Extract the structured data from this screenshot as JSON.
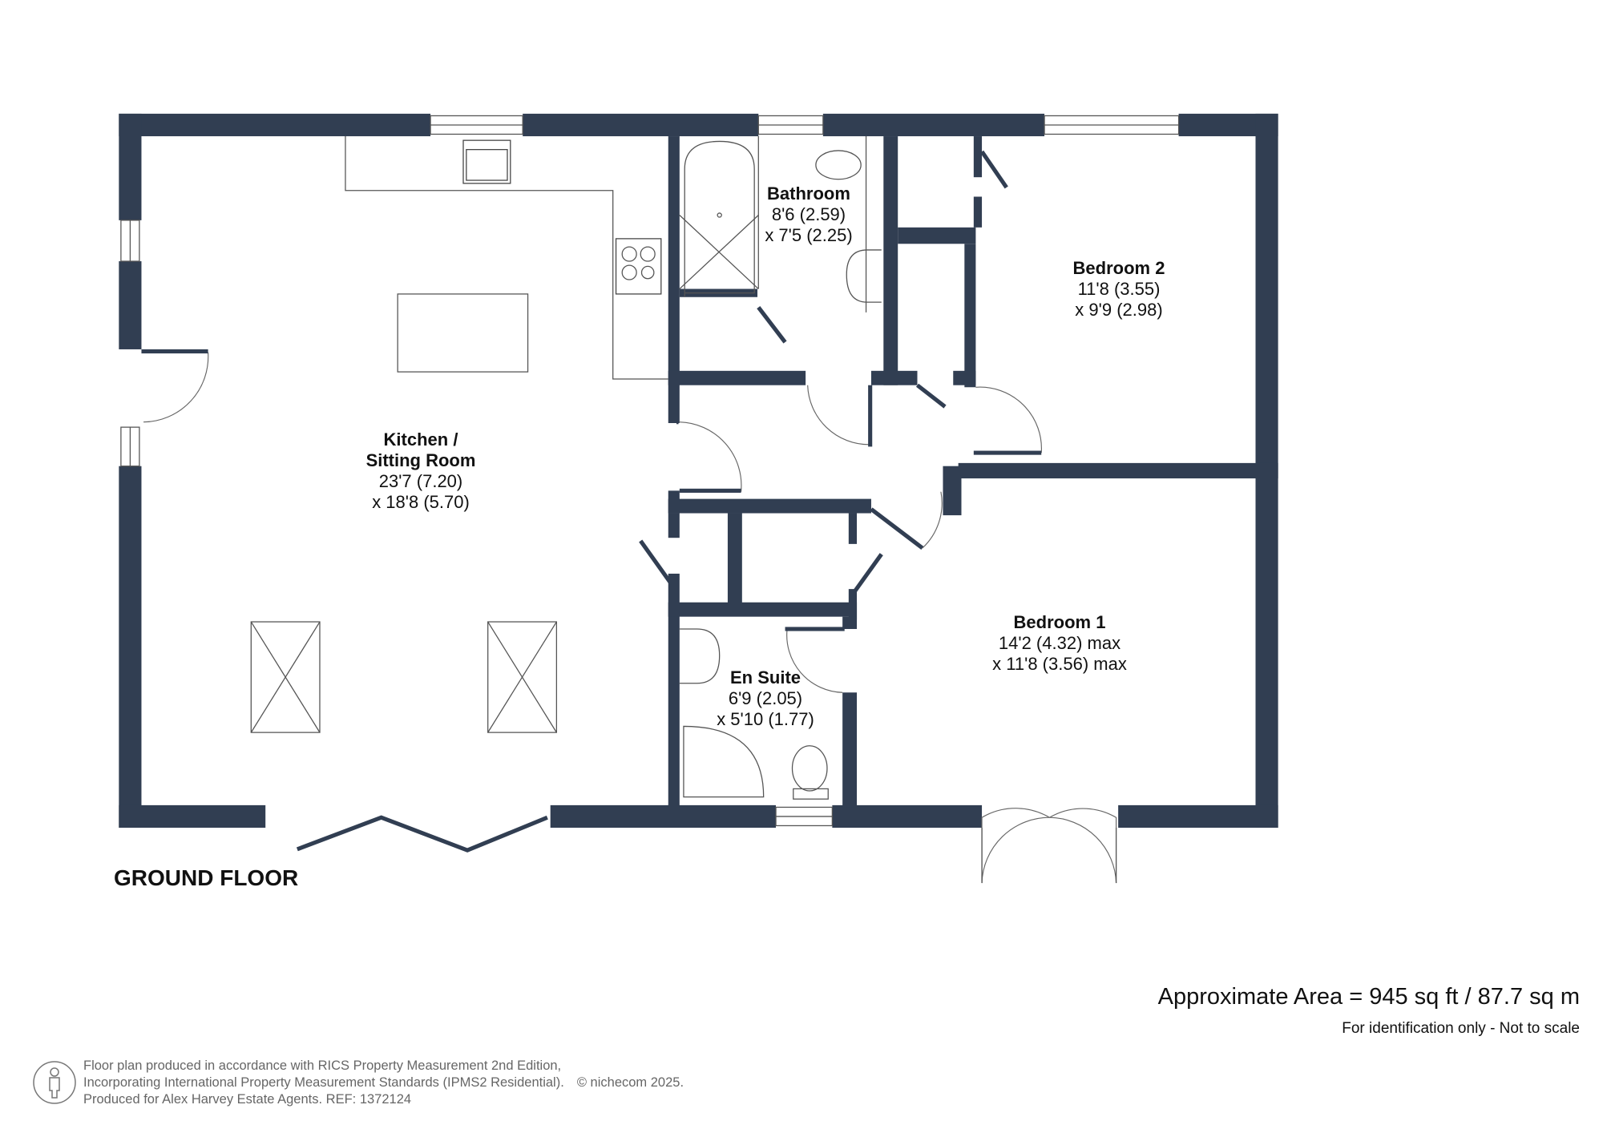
{
  "floor": {
    "title": "GROUND FLOOR"
  },
  "rooms": [
    {
      "id": "kitchen",
      "name_line1": "Kitchen /",
      "name_line2": "Sitting Room",
      "dim1": "23'7 (7.20)",
      "dim2": "x 18'8 (5.70)"
    },
    {
      "id": "bathroom",
      "name": "Bathroom",
      "dim1": "8'6 (2.59)",
      "dim2": "x 7'5 (2.25)"
    },
    {
      "id": "bedroom2",
      "name": "Bedroom 2",
      "dim1": "11'8 (3.55)",
      "dim2": "x 9'9 (2.98)"
    },
    {
      "id": "bedroom1",
      "name": "Bedroom 1",
      "dim1": "14'2 (4.32) max",
      "dim2": "x 11'8 (3.56) max"
    },
    {
      "id": "ensuite",
      "name": "En Suite",
      "dim1": "6'9 (2.05)",
      "dim2": "x 5'10 (1.77)"
    }
  ],
  "summary": {
    "area": "Approximate Area = 945 sq ft / 87.7 sq m",
    "disclaimer": "For identification only - Not to scale"
  },
  "credits": {
    "line1": "Floor plan produced in accordance with RICS Property Measurement 2nd Edition,",
    "line2": "Incorporating International Property Measurement Standards (IPMS2 Residential).",
    "copyright": "© nichecom 2025.",
    "line3": "Produced for Alex Harvey Estate Agents.   REF:  1372124"
  },
  "colors": {
    "wall": "#313e52",
    "text": "#111111",
    "credit_text": "#666666"
  },
  "icons": {
    "logo": "person-in-circle-icon"
  }
}
